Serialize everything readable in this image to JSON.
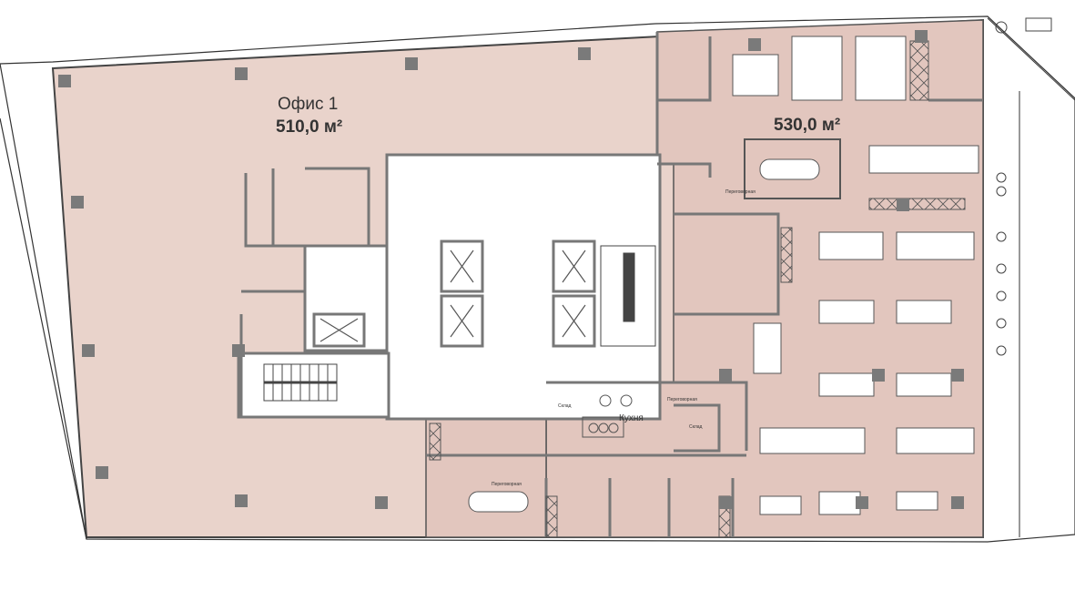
{
  "plan": {
    "office_1": {
      "name": "Офис 1",
      "area": "510,0 м²"
    },
    "office_2": {
      "area": "530,0 м²"
    },
    "rooms": {
      "meeting_room_label": "Переговорная",
      "kitchen_label": "Кухня",
      "storage_label": "Склад"
    },
    "colors": {
      "floor_fill": "#e8d2cb",
      "wall_color": "#7a7a7a",
      "outline_color": "#333333",
      "core_fill": "#ffffff"
    }
  }
}
